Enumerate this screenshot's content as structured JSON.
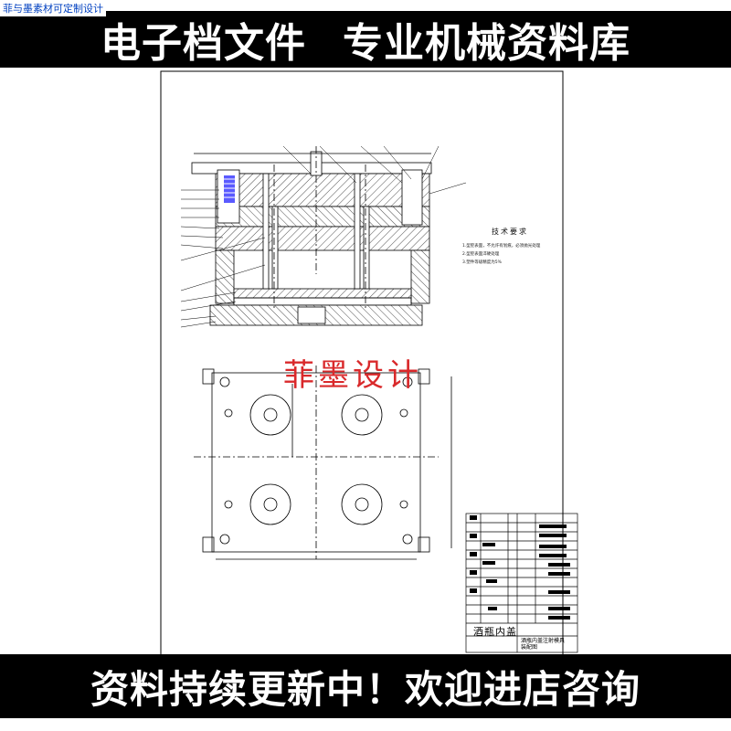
{
  "corner_tag": "菲与墨素材可定制设计",
  "banner_top": [
    "电子档文件",
    "专业机械资料库"
  ],
  "banner_bottom": "资料持续更新中！欢迎进店咨询",
  "watermark": "菲墨设计",
  "drawing": {
    "tech_requirements_title": "技术要求",
    "tech_notes": [
      "1.型腔表面，不允许有划痕，必须抛光处理",
      "2.型腔表面淬硬处理",
      "3.塑件等级精度为5%"
    ],
    "title_block": {
      "part_name": "酒瓶内盖",
      "drawing_title_line1": "酒瓶内盖注射模具",
      "drawing_title_line2": "装配图"
    }
  },
  "colors": {
    "banner_bg": "#000000",
    "banner_text": "#ffffff",
    "watermark": "#d9292b",
    "spring": "#5a5aff"
  }
}
